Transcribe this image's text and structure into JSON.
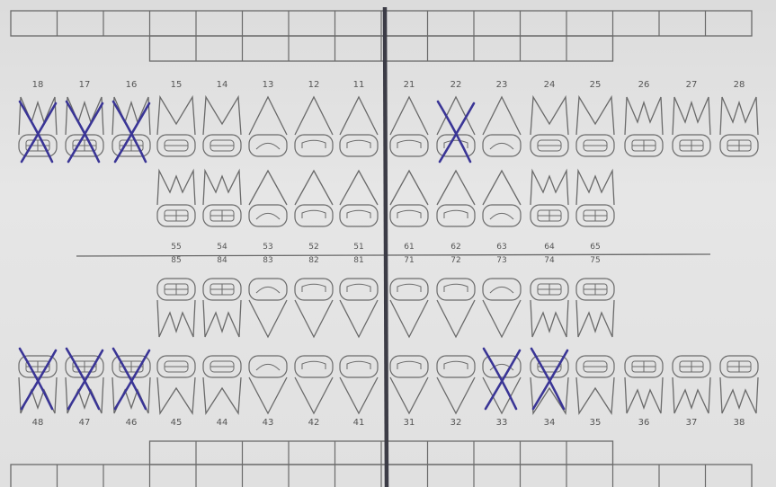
{
  "upper_permanent": [
    "18",
    "17",
    "16",
    "15",
    "14",
    "13",
    "12",
    "11",
    "21",
    "22",
    "23",
    "24",
    "25",
    "26",
    "27",
    "28"
  ],
  "lower_permanent": [
    "48",
    "47",
    "46",
    "45",
    "44",
    "43",
    "42",
    "41",
    "31",
    "32",
    "33",
    "34",
    "35",
    "36",
    "37",
    "38"
  ],
  "upper_primary": [
    "55",
    "54",
    "53",
    "52",
    "51",
    "61",
    "62",
    "63",
    "64",
    "65"
  ],
  "lower_primary": [
    "85",
    "84",
    "83",
    "82",
    "81",
    "71",
    "72",
    "73",
    "74",
    "75"
  ],
  "crossed_teeth": [
    "18",
    "17",
    "16",
    "22",
    "48",
    "47",
    "46",
    "33",
    "34"
  ],
  "colors": {
    "ink": "#6a6a6a",
    "cross": "#3a3596",
    "midline": "#3c3c46",
    "paper": "#e3e3e3"
  }
}
